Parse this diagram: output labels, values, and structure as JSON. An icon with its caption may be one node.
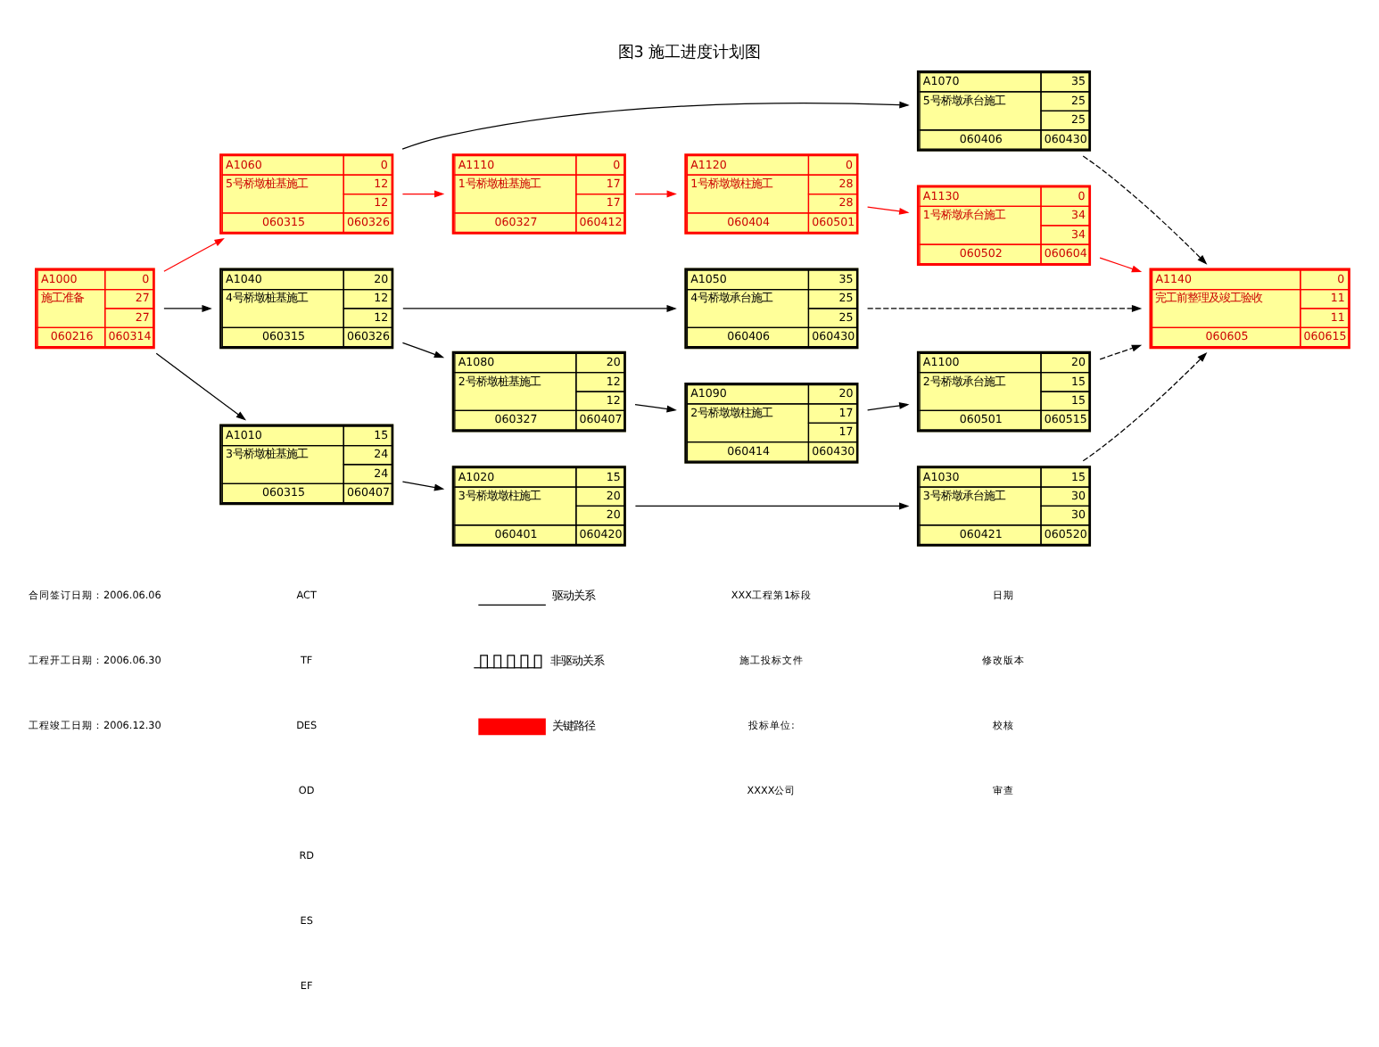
{
  "diagram": {
    "title": "图3 施工进度计划图",
    "nodes": [
      {
        "text": [
          "A1000",
          "0",
          "施工准备",
          "27",
          "27",
          "060216",
          "060314"
        ]
      },
      {
        "text": [
          "A1060",
          "0",
          "5号桥墩桩基施工",
          "12",
          "12",
          "060315",
          "060326"
        ]
      },
      {
        "text": [
          "A1040",
          "20",
          "4号桥墩桩基施工",
          "12",
          "12",
          "060315",
          "060326"
        ]
      },
      {
        "text": [
          "A1010",
          "15",
          "3号桥墩桩基施工",
          "24",
          "24",
          "060315",
          "060407"
        ]
      },
      {
        "text": [
          "A1070",
          "35",
          "5号桥墩承台施工",
          "25",
          "25",
          "060406",
          "060430"
        ]
      },
      {
        "text": [
          "A1110",
          "0",
          "1号桥墩桩基施工",
          "17",
          "17",
          "060327",
          "060412"
        ]
      },
      {
        "text": [
          "A1050",
          "35",
          "4号桥墩承台施工",
          "25",
          "25",
          "060406",
          "060430"
        ]
      },
      {
        "text": [
          "A1080",
          "20",
          "2号桥墩桩基施工",
          "12",
          "12",
          "060327",
          "060407"
        ]
      },
      {
        "text": [
          "A1020",
          "15",
          "3号桥墩墩柱施工",
          "20",
          "20",
          "060401",
          "060420"
        ]
      },
      {
        "text": [
          "A1120",
          "0",
          "1号桥墩墩柱施工",
          "28",
          "28",
          "060404",
          "060501"
        ]
      },
      {
        "text": [
          "A1090",
          "20",
          "2号桥墩墩柱施工",
          "17",
          "17",
          "060414",
          "060430"
        ]
      },
      {
        "text": [
          "A1030",
          "15",
          "3号桥墩承台施工",
          "30",
          "30",
          "060421",
          "060520"
        ]
      },
      {
        "text": [
          "A1130",
          "0",
          "1号桥墩承台施工",
          "34",
          "34",
          "060502",
          "060604"
        ]
      },
      {
        "text": [
          "A1100",
          "20",
          "2号桥墩承台施工",
          "15",
          "15",
          "060501",
          "060515"
        ]
      },
      {
        "text": [
          "A1140",
          "0",
          "完工前整理及竣工验收",
          "11",
          "11",
          "060605",
          "060615"
        ]
      }
    ],
    "edges": [
      {
        "from": 0,
        "to": 1,
        "arrow": "to",
        "color": "#ff0000"
      },
      {
        "from": 0,
        "to": 2,
        "arrow": "to"
      },
      {
        "from": 0,
        "to": 3,
        "arrow": "to"
      },
      {
        "from": 1,
        "to": 4,
        "arrow": "to"
      },
      {
        "from": 1,
        "to": 5,
        "arrow": "to",
        "color": "#ff0000"
      },
      {
        "from": 2,
        "to": 6,
        "arrow": "to"
      },
      {
        "from": 2,
        "to": 7,
        "arrow": "to"
      },
      {
        "from": 3,
        "to": 8,
        "arrow": "to"
      },
      {
        "from": 4,
        "to": 14,
        "arrow": "to",
        "style": "dashed"
      },
      {
        "from": 5,
        "to": 9,
        "arrow": "to",
        "color": "#ff0000"
      },
      {
        "from": 6,
        "to": 14,
        "arrow": "to",
        "style": "dashed"
      },
      {
        "from": 7,
        "to": 10,
        "arrow": "to"
      },
      {
        "from": 8,
        "to": 11,
        "arrow": "to"
      },
      {
        "from": 9,
        "to": 12,
        "arrow": "to",
        "color": "#ff0000"
      },
      {
        "from": 10,
        "to": 13,
        "arrow": "to"
      },
      {
        "from": 11,
        "to": 14,
        "arrow": "to",
        "style": "dashed"
      },
      {
        "from": 12,
        "to": 14,
        "arrow": "to",
        "color": "#ff0000"
      },
      {
        "from": 13,
        "to": 14,
        "arrow": "to",
        "style": "dashed"
      }
    ],
    "labels": [
      "合同签订日期：2006.06.06",
      "工程开工日期：2006.06.30",
      "工程竣工日期：2006.12.30",
      "ACT",
      "TF",
      "DES",
      "OD",
      "RD",
      "ES",
      "EF",
      "XXX工程第1标段",
      "施工投标文件",
      "投标单位:",
      "XXXX公司",
      "日期",
      "修改版本",
      "校核",
      "审查"
    ],
    "legend": [
      {
        "text": "驱动关系"
      },
      {
        "text": "非驱动关系"
      },
      {
        "text": "关键路径",
        "color": "#ff0000"
      }
    ]
  }
}
